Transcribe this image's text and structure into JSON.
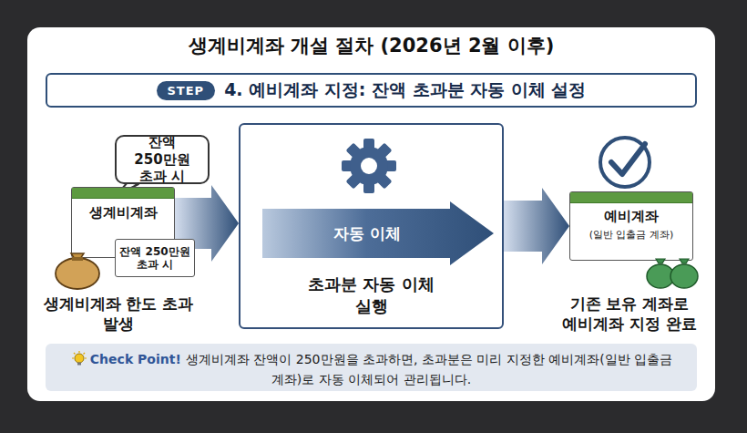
{
  "diagram": {
    "title": "생계비계좌 개설 절차 (2026년 2월 이후)",
    "nodes": [
      {
        "text": [
          "4. 예비계좌 지정: 잔액 초과분 자동 이체 설정"
        ]
      },
      {
        "text": [
          "STEP"
        ],
        "in": 0
      },
      {
        "text": [
          "잔액 250만원 초과 시"
        ]
      },
      {
        "text": [
          "생계비계좌"
        ]
      },
      {
        "text": [
          "잔액 250만원 초과 시"
        ]
      },
      {
        "text": [
          "초과분 자동 이체 실행"
        ]
      },
      {
        "text": [
          "자동 이체"
        ],
        "in": 5
      },
      {
        "text": [
          "예비계좌",
          "(일반 입출금 계좌)"
        ]
      },
      {
        "text": [
          "Check Point!",
          "생계비계좌 잔액이 250만원을 초과하면, 초과분은 미리 지정한 예비계좌(일반 입출금 계좌)로 자동 이체되어 관리됩니다."
        ]
      }
    ],
    "edges": [
      {
        "from": 3,
        "to": 5,
        "arrow": "to"
      },
      {
        "from": 5,
        "to": 7,
        "arrow": "to"
      }
    ],
    "labels": [
      "$",
      "생계비계좌 한도 초과 발생",
      "기존 보유 계좌로 예비계좌 지정 완료",
      "$",
      "$"
    ]
  }
}
